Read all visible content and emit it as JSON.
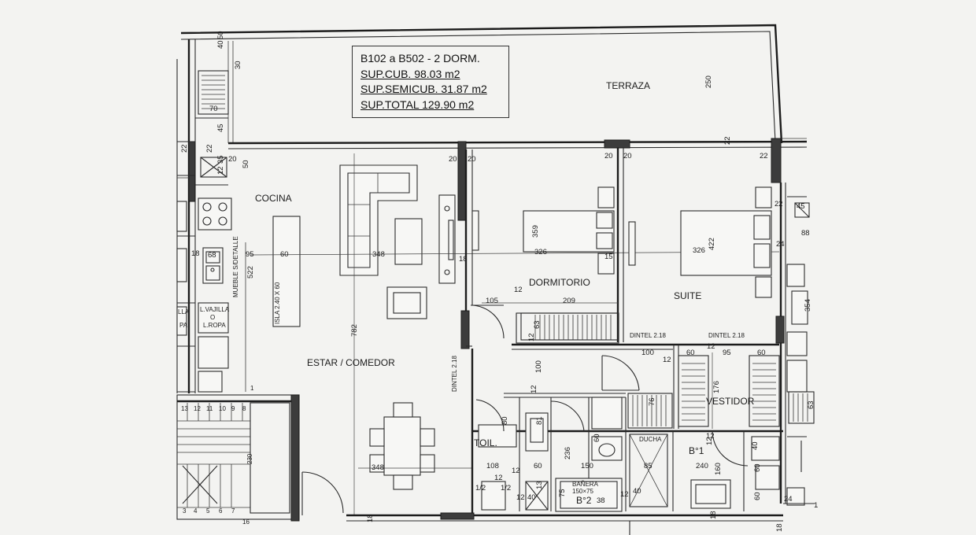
{
  "info": {
    "title": "B102 a B502 - 2 DORM.",
    "cubierta": "SUP.CUB. 98.03 m2",
    "semicubierta": "SUP.SEMICUB. 31.87 m2",
    "total": "SUP.TOTAL 129.90 m2"
  },
  "rooms": {
    "terraza": "TERRAZA",
    "cocina": "COCINA",
    "estar": "ESTAR / COMEDOR",
    "dormitorio": "DORMITORIO",
    "suite": "SUITE",
    "vestidor": "VESTIDOR",
    "toilette": "TOIL.",
    "bano1": "B°1",
    "bano2": "B°2"
  },
  "notes": {
    "isla": "ISLA 2.40 X 60",
    "mueble": "MUEBLE S/DETALLE",
    "vajilla": "L.VAJILLA",
    "o": "O",
    "ropa": "L.ROPA",
    "dintel_a": "DINTEL 2.18",
    "dintel_b": "DINTEL 2.18",
    "dintel_c": "DINTEL 2.18",
    "banera": "BAÑERA",
    "banera_size": "150×75",
    "ducha": "DUCHA",
    "vajilla_left": "LLA",
    "ropa_left": "PA"
  },
  "dims": {
    "d40": "40",
    "d50": "50",
    "d30": "30",
    "d70": "70",
    "d45": "45",
    "d22a": "22",
    "d22b": "22",
    "d35": "35",
    "d50b": "50",
    "d12a": "12",
    "d20a": "20",
    "d20b": "20",
    "d20c": "20",
    "d20d": "20",
    "d20e": "20",
    "d22c": "22",
    "d22d": "22",
    "d250": "250",
    "d522": "522",
    "d95": "95",
    "d60": "60",
    "d348a": "348",
    "d18a": "18",
    "d18b": "18",
    "d68": "68",
    "d359": "359",
    "d326a": "326",
    "d15": "15",
    "d326b": "326",
    "d422": "422",
    "d105": "105",
    "d12b": "12",
    "d209": "209",
    "d63a": "63",
    "d12c": "12",
    "d782": "782",
    "d100a": "100",
    "d100b": "100",
    "d12d": "12",
    "d60a": "60",
    "d95b": "95",
    "d60b": "60",
    "d12e": "12",
    "d176": "176",
    "d12f": "12",
    "d88": "88",
    "d22e": "22",
    "d45b": "45",
    "d24a": "24",
    "d354": "354",
    "d63b": "63",
    "d348b": "348",
    "d108": "108",
    "d12g": "12",
    "d60c": "60",
    "d150": "150",
    "d85": "85",
    "d240": "240",
    "d80": "80",
    "d81": "81",
    "d236": "236",
    "d60d": "60",
    "d76": "76",
    "d12h": "12",
    "d40b": "40",
    "d160": "160",
    "d60e": "60",
    "d12i": "12",
    "d40c": "40",
    "d13": "13",
    "d75": "75",
    "d38": "38",
    "d40d": "40",
    "d60f": "60",
    "d24b": "24",
    "d1": "1",
    "d18c": "18",
    "d18d": "18",
    "d18e": "18",
    "d12j": "12",
    "d12k": "12",
    "d12l": "12",
    "half_a": "1/2",
    "half_b": "1/2",
    "s13": "13",
    "s12": "12",
    "s11": "11",
    "s10": "10",
    "s9": "9",
    "s8": "8",
    "s3": "3",
    "s4": "4",
    "s5": "5",
    "s6": "6",
    "s7": "7",
    "s230": "230",
    "s1": "1",
    "s16": "16"
  }
}
